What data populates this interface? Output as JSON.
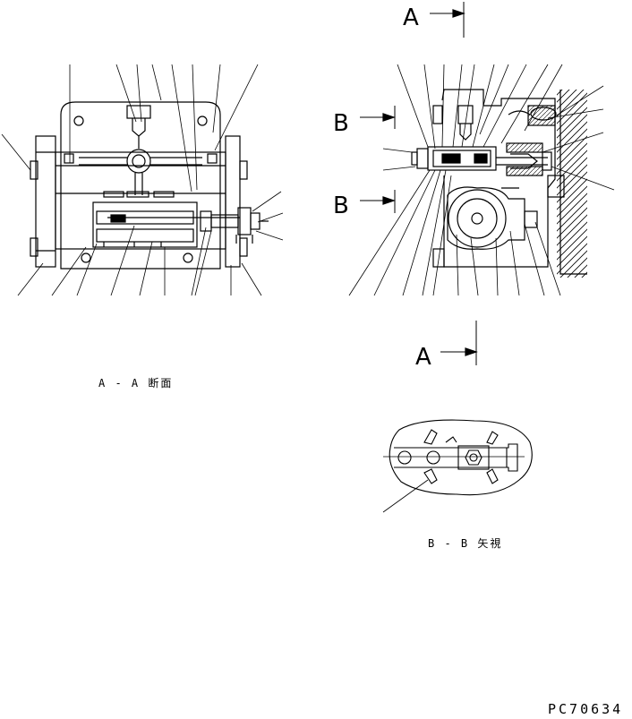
{
  "section_marks": {
    "a_top": "A",
    "a_bottom": "A",
    "b_upper": "B",
    "b_lower": "B"
  },
  "captions": {
    "section_a": "A - A  断面",
    "view_b": "B - B  矢視"
  },
  "drawing_code": "PC70634"
}
